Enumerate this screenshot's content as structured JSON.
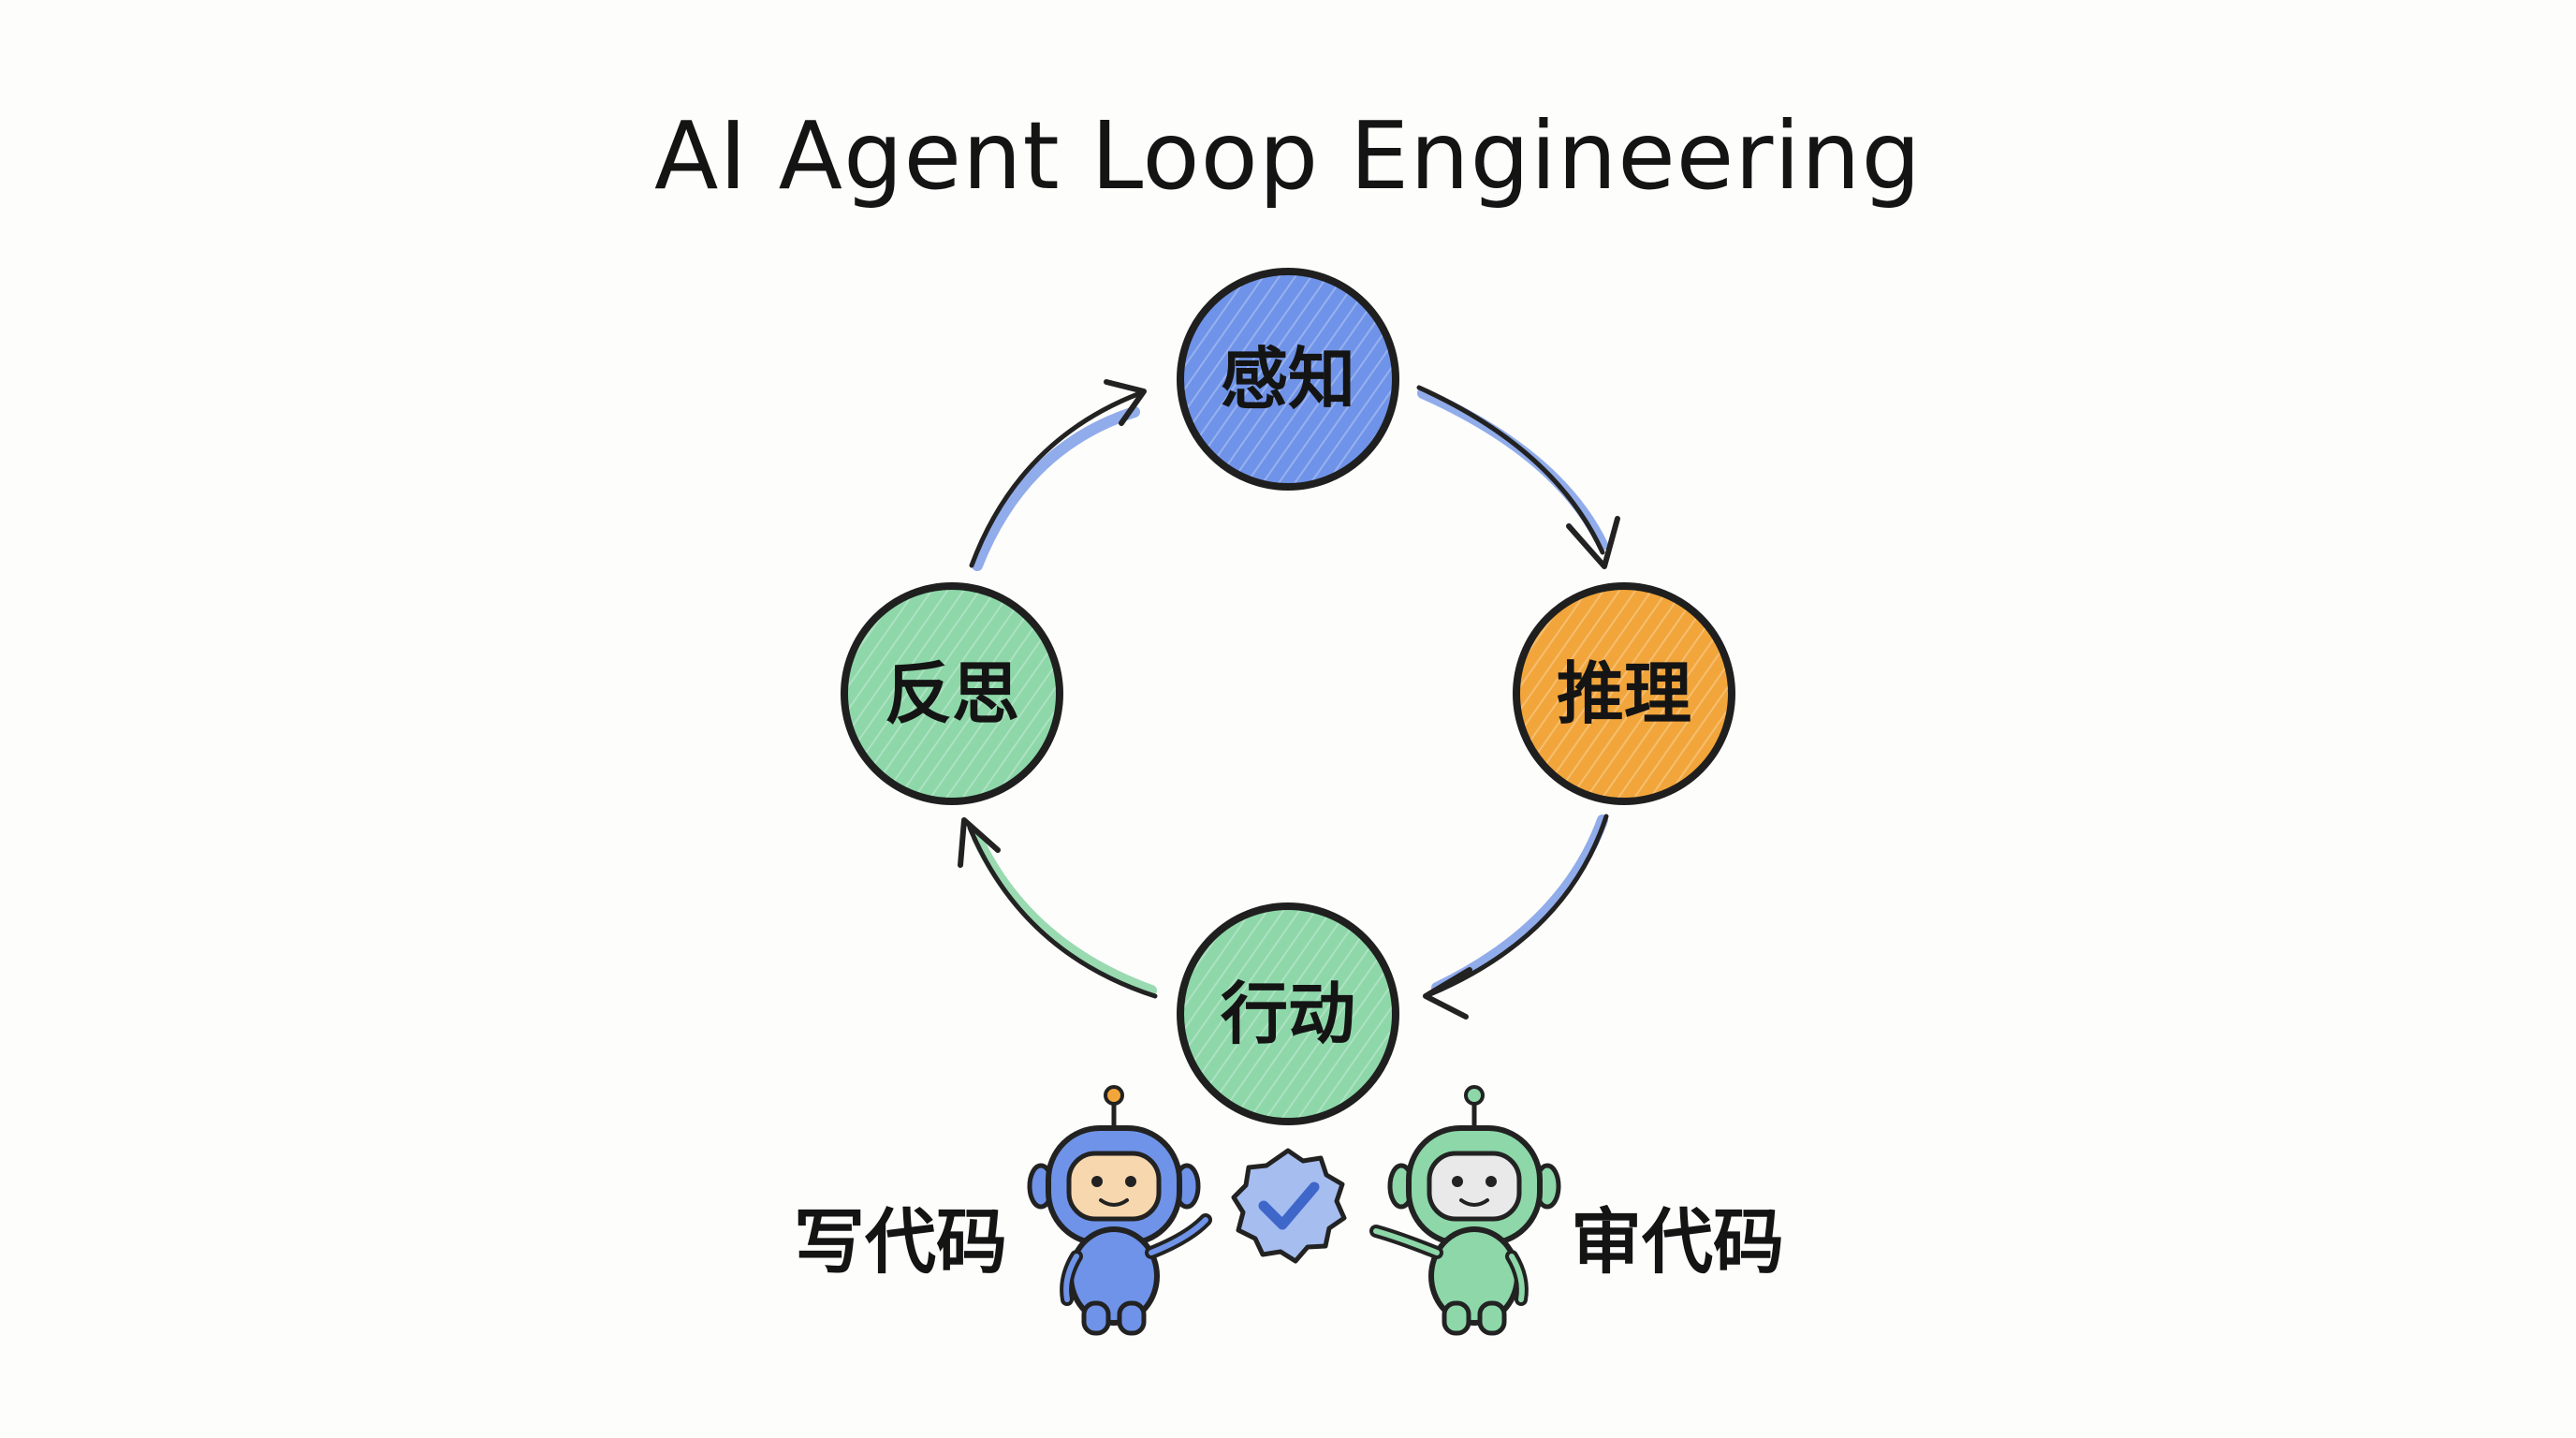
{
  "title": "AI Agent Loop Engineering",
  "nodes": [
    {
      "id": "perceive",
      "label": "感知",
      "color": "#6f93e8"
    },
    {
      "id": "reason",
      "label": "推理",
      "color": "#f2a53a"
    },
    {
      "id": "act",
      "label": "行动",
      "color": "#8dd7a9"
    },
    {
      "id": "reflect",
      "label": "反思",
      "color": "#8dd7a9"
    }
  ],
  "loop_arrows": [
    {
      "from": "perceive",
      "to": "reason",
      "color": "#6f93e8"
    },
    {
      "from": "reason",
      "to": "act",
      "color": "#6f93e8"
    },
    {
      "from": "act",
      "to": "reflect",
      "color": "#8dd7a9"
    },
    {
      "from": "reflect",
      "to": "perceive",
      "color": "#6f93e8"
    }
  ],
  "agents": {
    "writer": {
      "label": "写代码",
      "color": "#6f93e8"
    },
    "reviewer": {
      "label": "审代码",
      "color": "#8dd7a9"
    },
    "badge_icon": "check-badge-icon"
  }
}
